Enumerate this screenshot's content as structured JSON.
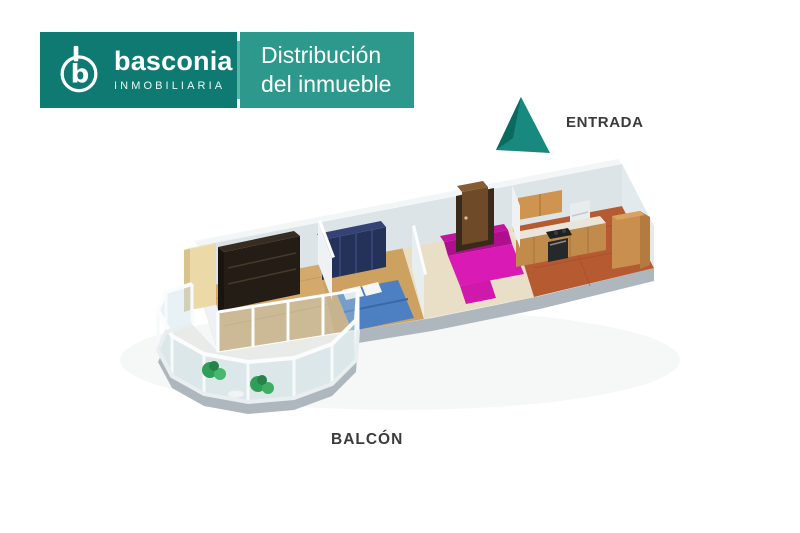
{
  "brand": {
    "logo_letter": "b",
    "name": "basconia",
    "subtitle": "INMOBILIARIA",
    "bg_color": "#0f7a71"
  },
  "title_card": {
    "line1": "Distribución",
    "line2": "del inmueble",
    "bg_color": "#2d998d"
  },
  "annotations": {
    "entrance": "ENTRADA",
    "balcony": "BALCÓN"
  },
  "palette": {
    "arrow_teal": "#17897e",
    "arrow_teal_dark": "#0b6a60",
    "label_text": "#3b3b3a",
    "wood_floor": "#d4a96c",
    "bedroom_floor": "#cda261",
    "living_floor": "#e9dfc6",
    "kitchen_floor": "#b65a31",
    "balcony_floor": "#e9ebe8",
    "sofa_magenta": "#da1ab4",
    "bed_blue": "#4d80c2",
    "wardrobe_navy": "#243158",
    "media_unit_dark": "#241d16",
    "door_brown": "#6f4a29",
    "kitchen_wood": "#c98f4e",
    "wall_light": "#dce4e8",
    "plant_green": "#2f9e57",
    "slab_gray": "#aeb7bd"
  }
}
